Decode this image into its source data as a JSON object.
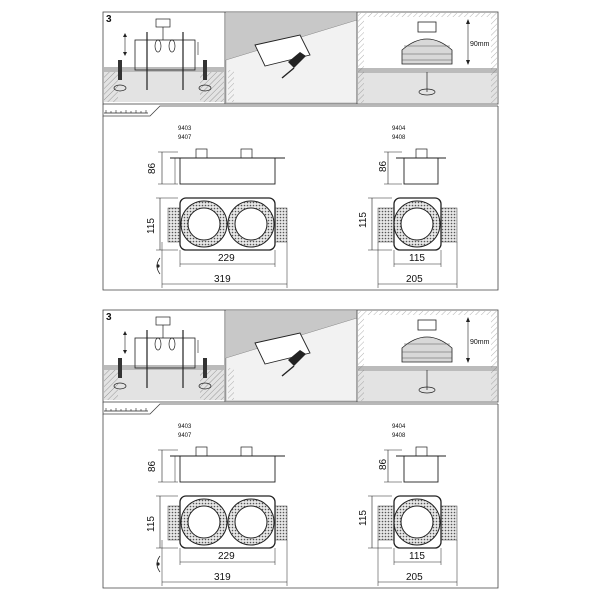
{
  "sheets": [
    {
      "step": "3",
      "install_note_dim": "90mm",
      "model_left": {
        "line1": "9403",
        "line2": "9407"
      },
      "model_right": {
        "line1": "9404",
        "line2": "9408"
      },
      "left_dims": {
        "height": "86",
        "depth": "115",
        "inner_width": "229",
        "outer_width": "319"
      },
      "right_dims": {
        "height": "86",
        "depth": "115",
        "inner_width": "115",
        "outer_width": "205"
      }
    },
    {
      "step": "3",
      "install_note_dim": "90mm",
      "model_left": {
        "line1": "9403",
        "line2": "9407"
      },
      "model_right": {
        "line1": "9404",
        "line2": "9408"
      },
      "left_dims": {
        "height": "86",
        "depth": "115",
        "inner_width": "229",
        "outer_width": "319"
      },
      "right_dims": {
        "height": "86",
        "depth": "115",
        "inner_width": "115",
        "outer_width": "205"
      }
    }
  ]
}
